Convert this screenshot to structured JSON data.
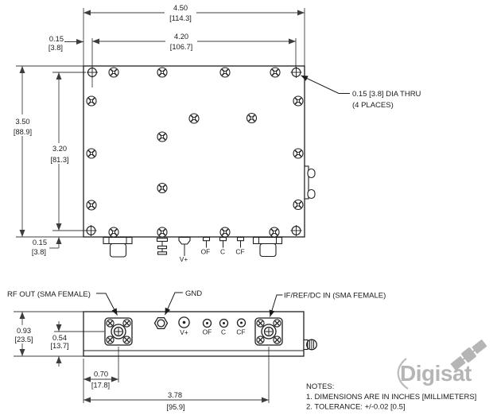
{
  "colors": {
    "object_line": "#1f1f1f",
    "dim_line": "#3d3d3d",
    "text": "#1a1a1a",
    "watermark": "#b5b5b5",
    "background": "#ffffff"
  },
  "top_view": {
    "dims": {
      "width_total_in": "4.50",
      "width_total_mm": "[114.3]",
      "width_holes_in": "4.20",
      "width_holes_mm": "[106.7]",
      "edge_offset_top_in": "0.15",
      "edge_offset_top_mm": "[3.8]",
      "height_total_in": "3.50",
      "height_total_mm": "[88.9]",
      "height_holes_in": "3.20",
      "height_holes_mm": "[81.3]",
      "edge_offset_bottom_in": "0.15",
      "edge_offset_bottom_mm": "[3.8]"
    },
    "callout": {
      "line1": "0.15 [3.8] DIA THRU",
      "line2": "(4 PLACES)"
    },
    "pins": {
      "vplus": "V+",
      "of": "OF",
      "c": "C",
      "cf": "CF"
    }
  },
  "front_view": {
    "labels": {
      "rf_out": "RF OUT (SMA FEMALE)",
      "gnd": "GND",
      "if_in": "IF/REF/DC IN (SMA FEMALE)"
    },
    "pins": {
      "vplus": "V+",
      "of": "OF",
      "c": "C",
      "cf": "CF"
    },
    "dims": {
      "height_total_in": "0.93",
      "height_total_mm": "[23.5]",
      "center_height_in": "0.54",
      "center_height_mm": "[13.7]",
      "rf_offset_in": "0.70",
      "rf_offset_mm": "[17.8]",
      "connector_span_in": "3.78",
      "connector_span_mm": "[95.9]"
    }
  },
  "notes": {
    "title": "NOTES:",
    "line1": "1. DIMENSIONS ARE IN INCHES [MILLIMETERS]",
    "line2": "2. TOLERANCE: +/-0.02 [0.5]"
  },
  "watermark": {
    "brand": "Digisat"
  }
}
